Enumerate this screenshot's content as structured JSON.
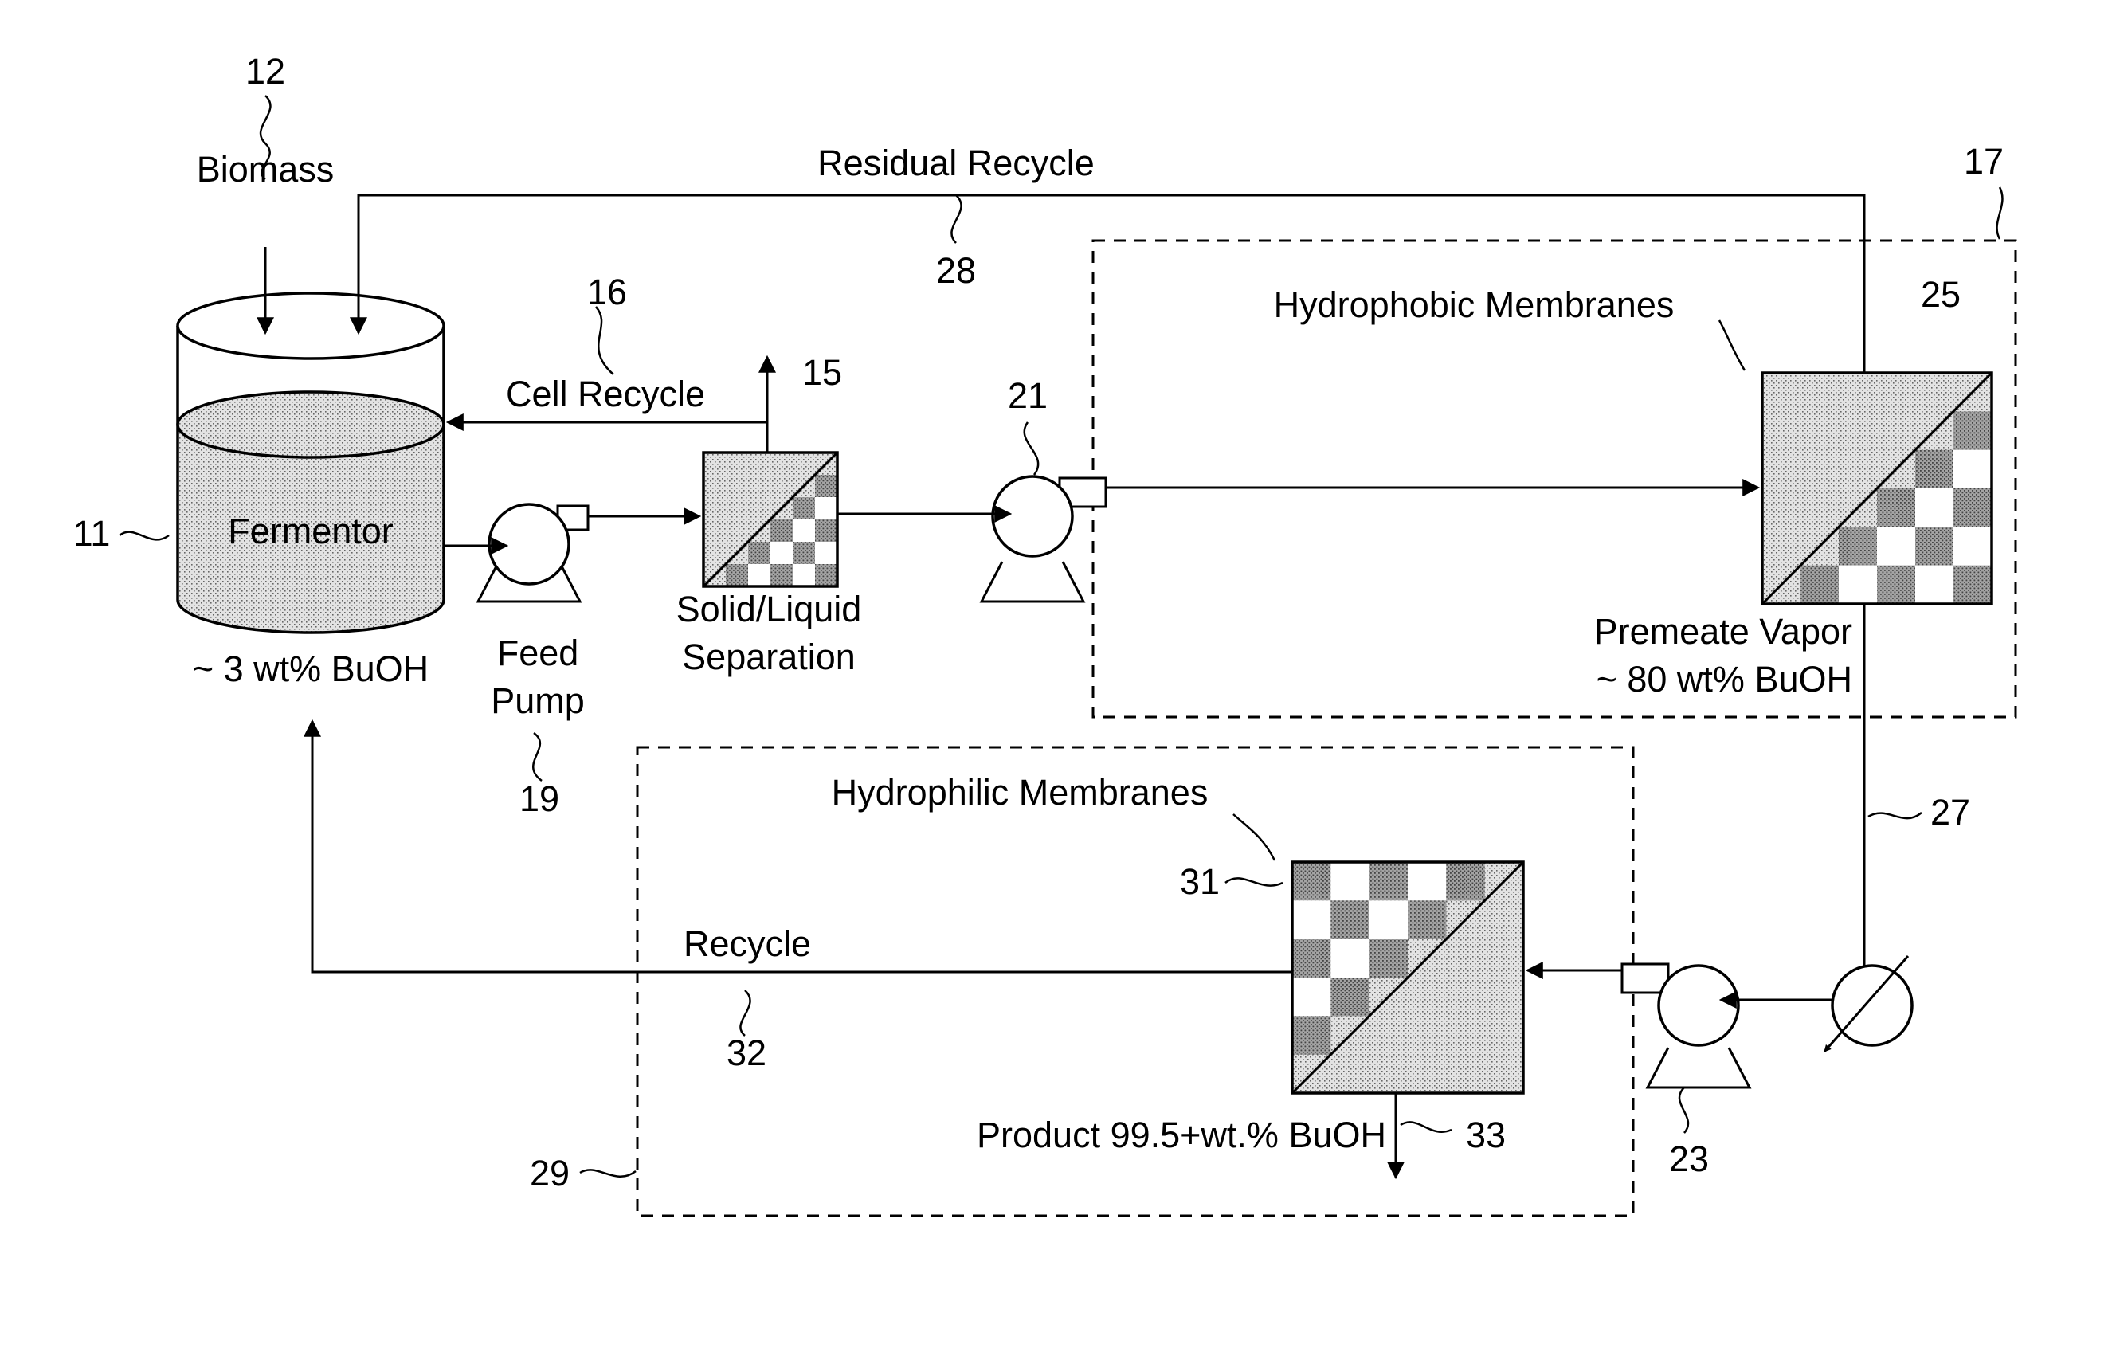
{
  "labels": {
    "ref_12": "12",
    "biomass": "Biomass",
    "residual_recycle": "Residual Recycle",
    "ref_17": "17",
    "ref_28": "28",
    "hydrophobic_membranes": "Hydrophobic Membranes",
    "ref_25": "25",
    "ref_16": "16",
    "cell_recycle": "Cell Recycle",
    "ref_15": "15",
    "ref_21": "21",
    "ref_11": "11",
    "fermentor": "Fermentor",
    "fermentor_conc": "~ 3 wt% BuOH",
    "feed_pump_line1": "Feed",
    "feed_pump_line2": "Pump",
    "ref_19": "19",
    "separation_line1": "Solid/Liquid",
    "separation_line2": "Separation",
    "permeate_line1": "Premeate Vapor",
    "permeate_line2": "~ 80 wt% BuOH",
    "ref_27": "27",
    "hydrophilic_membranes": "Hydrophilic Membranes",
    "ref_31": "31",
    "recycle": "Recycle",
    "ref_32": "32",
    "product": "Product 99.5+wt.% BuOH",
    "ref_33": "33",
    "ref_29": "29",
    "ref_23": "23"
  }
}
